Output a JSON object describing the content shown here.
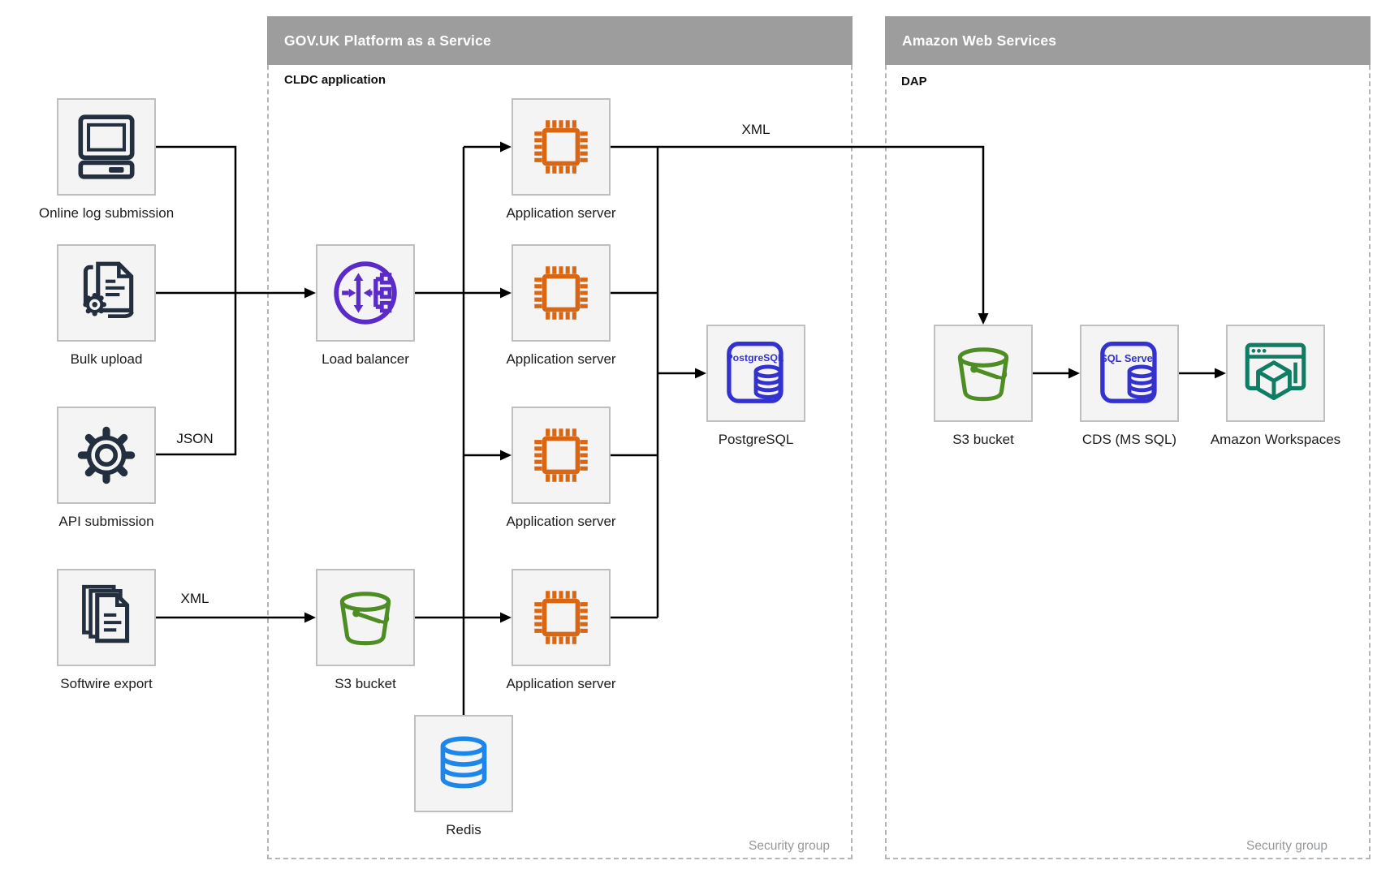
{
  "diagram": {
    "type": "architecture-diagram",
    "panels": {
      "govuk": {
        "title": "GOV.UK Platform as a Service",
        "sublabel": "CLDC application",
        "footer": "Security group"
      },
      "aws": {
        "title": "Amazon Web Services",
        "sublabel": "DAP",
        "footer": "Security group"
      }
    },
    "nodes": {
      "online_log": {
        "label": "Online log submission",
        "icon": "computer-icon"
      },
      "bulk_upload": {
        "label": "Bulk upload",
        "icon": "document-gear-icon"
      },
      "api_submission": {
        "label": "API submission",
        "icon": "gear-icon"
      },
      "softwire_export": {
        "label": "Softwire export",
        "icon": "documents-stack-icon"
      },
      "load_balancer": {
        "label": "Load balancer",
        "icon": "load-balancer-icon"
      },
      "s3_mid": {
        "label": "S3 bucket",
        "icon": "s3-bucket-icon"
      },
      "app_server_1": {
        "label": "Application server",
        "icon": "cpu-chip-icon"
      },
      "app_server_2": {
        "label": "Application server",
        "icon": "cpu-chip-icon"
      },
      "app_server_3": {
        "label": "Application server",
        "icon": "cpu-chip-icon"
      },
      "app_server_4": {
        "label": "Application server",
        "icon": "cpu-chip-icon"
      },
      "redis": {
        "label": "Redis",
        "icon": "database-icon"
      },
      "postgresql": {
        "label": "PostgreSQL",
        "icon": "postgresql-database-icon",
        "icon_text": "PostgreSQL"
      },
      "aws_s3": {
        "label": "S3 bucket",
        "icon": "s3-bucket-icon"
      },
      "cds": {
        "label": "CDS (MS SQL)",
        "icon": "sql-server-database-icon",
        "icon_text": "SQL Server"
      },
      "workspaces": {
        "label": "Amazon Workspaces",
        "icon": "workspaces-icon"
      }
    },
    "edge_labels": {
      "json": "JSON",
      "xml_softwire": "XML",
      "xml_top": "XML"
    },
    "colors": {
      "icon_navy": "#232f3e",
      "accent_orange": "#d86613",
      "accent_purple": "#5b2bc8",
      "accent_green": "#4e8c24",
      "accent_indigo": "#3432cf",
      "accent_blue": "#1d86ea",
      "accent_teal": "#0e7d64",
      "header_gray": "#9d9d9e",
      "line_black": "#000000",
      "muted_gray": "#95989b"
    }
  }
}
